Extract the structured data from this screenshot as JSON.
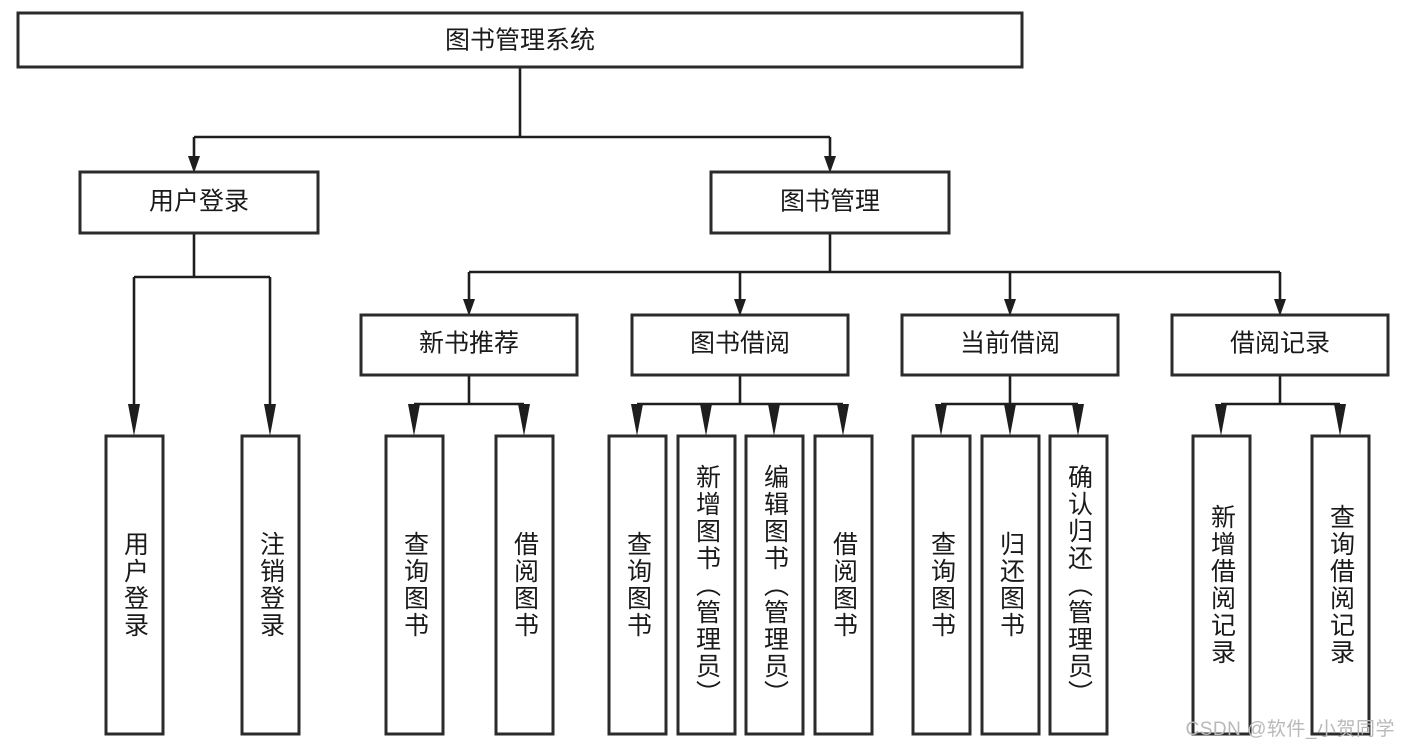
{
  "diagram": {
    "type": "tree",
    "title": "图书管理系统",
    "watermark": "CSDN @软件_小贺同学",
    "colors": {
      "box_stroke": "#2b2b2b",
      "box_fill": "#ffffff",
      "connector": "#1e1e1e",
      "text": "#1a1a1a",
      "watermark": "#b9b9b9",
      "background": "#ffffff"
    },
    "root": {
      "label": "图书管理系统"
    },
    "level2": [
      {
        "label": "用户登录"
      },
      {
        "label": "图书管理"
      }
    ],
    "level3": [
      {
        "label": "新书推荐"
      },
      {
        "label": "图书借阅"
      },
      {
        "label": "当前借阅"
      },
      {
        "label": "借阅记录"
      }
    ],
    "leaves": {
      "user_login": [
        {
          "label": "用户登录"
        },
        {
          "label": "注销登录"
        }
      ],
      "new_book_recommend": [
        {
          "label": "查询图书"
        },
        {
          "label": "借阅图书"
        }
      ],
      "book_borrow": [
        {
          "label": "查询图书"
        },
        {
          "label": "新增图书（管理员）"
        },
        {
          "label": "编辑图书（管理员）"
        },
        {
          "label": "借阅图书"
        }
      ],
      "current_borrow": [
        {
          "label": "查询图书"
        },
        {
          "label": "归还图书"
        },
        {
          "label": "确认归还（管理员）"
        }
      ],
      "borrow_record": [
        {
          "label": "新增借阅记录"
        },
        {
          "label": "查询借阅记录"
        }
      ]
    }
  }
}
